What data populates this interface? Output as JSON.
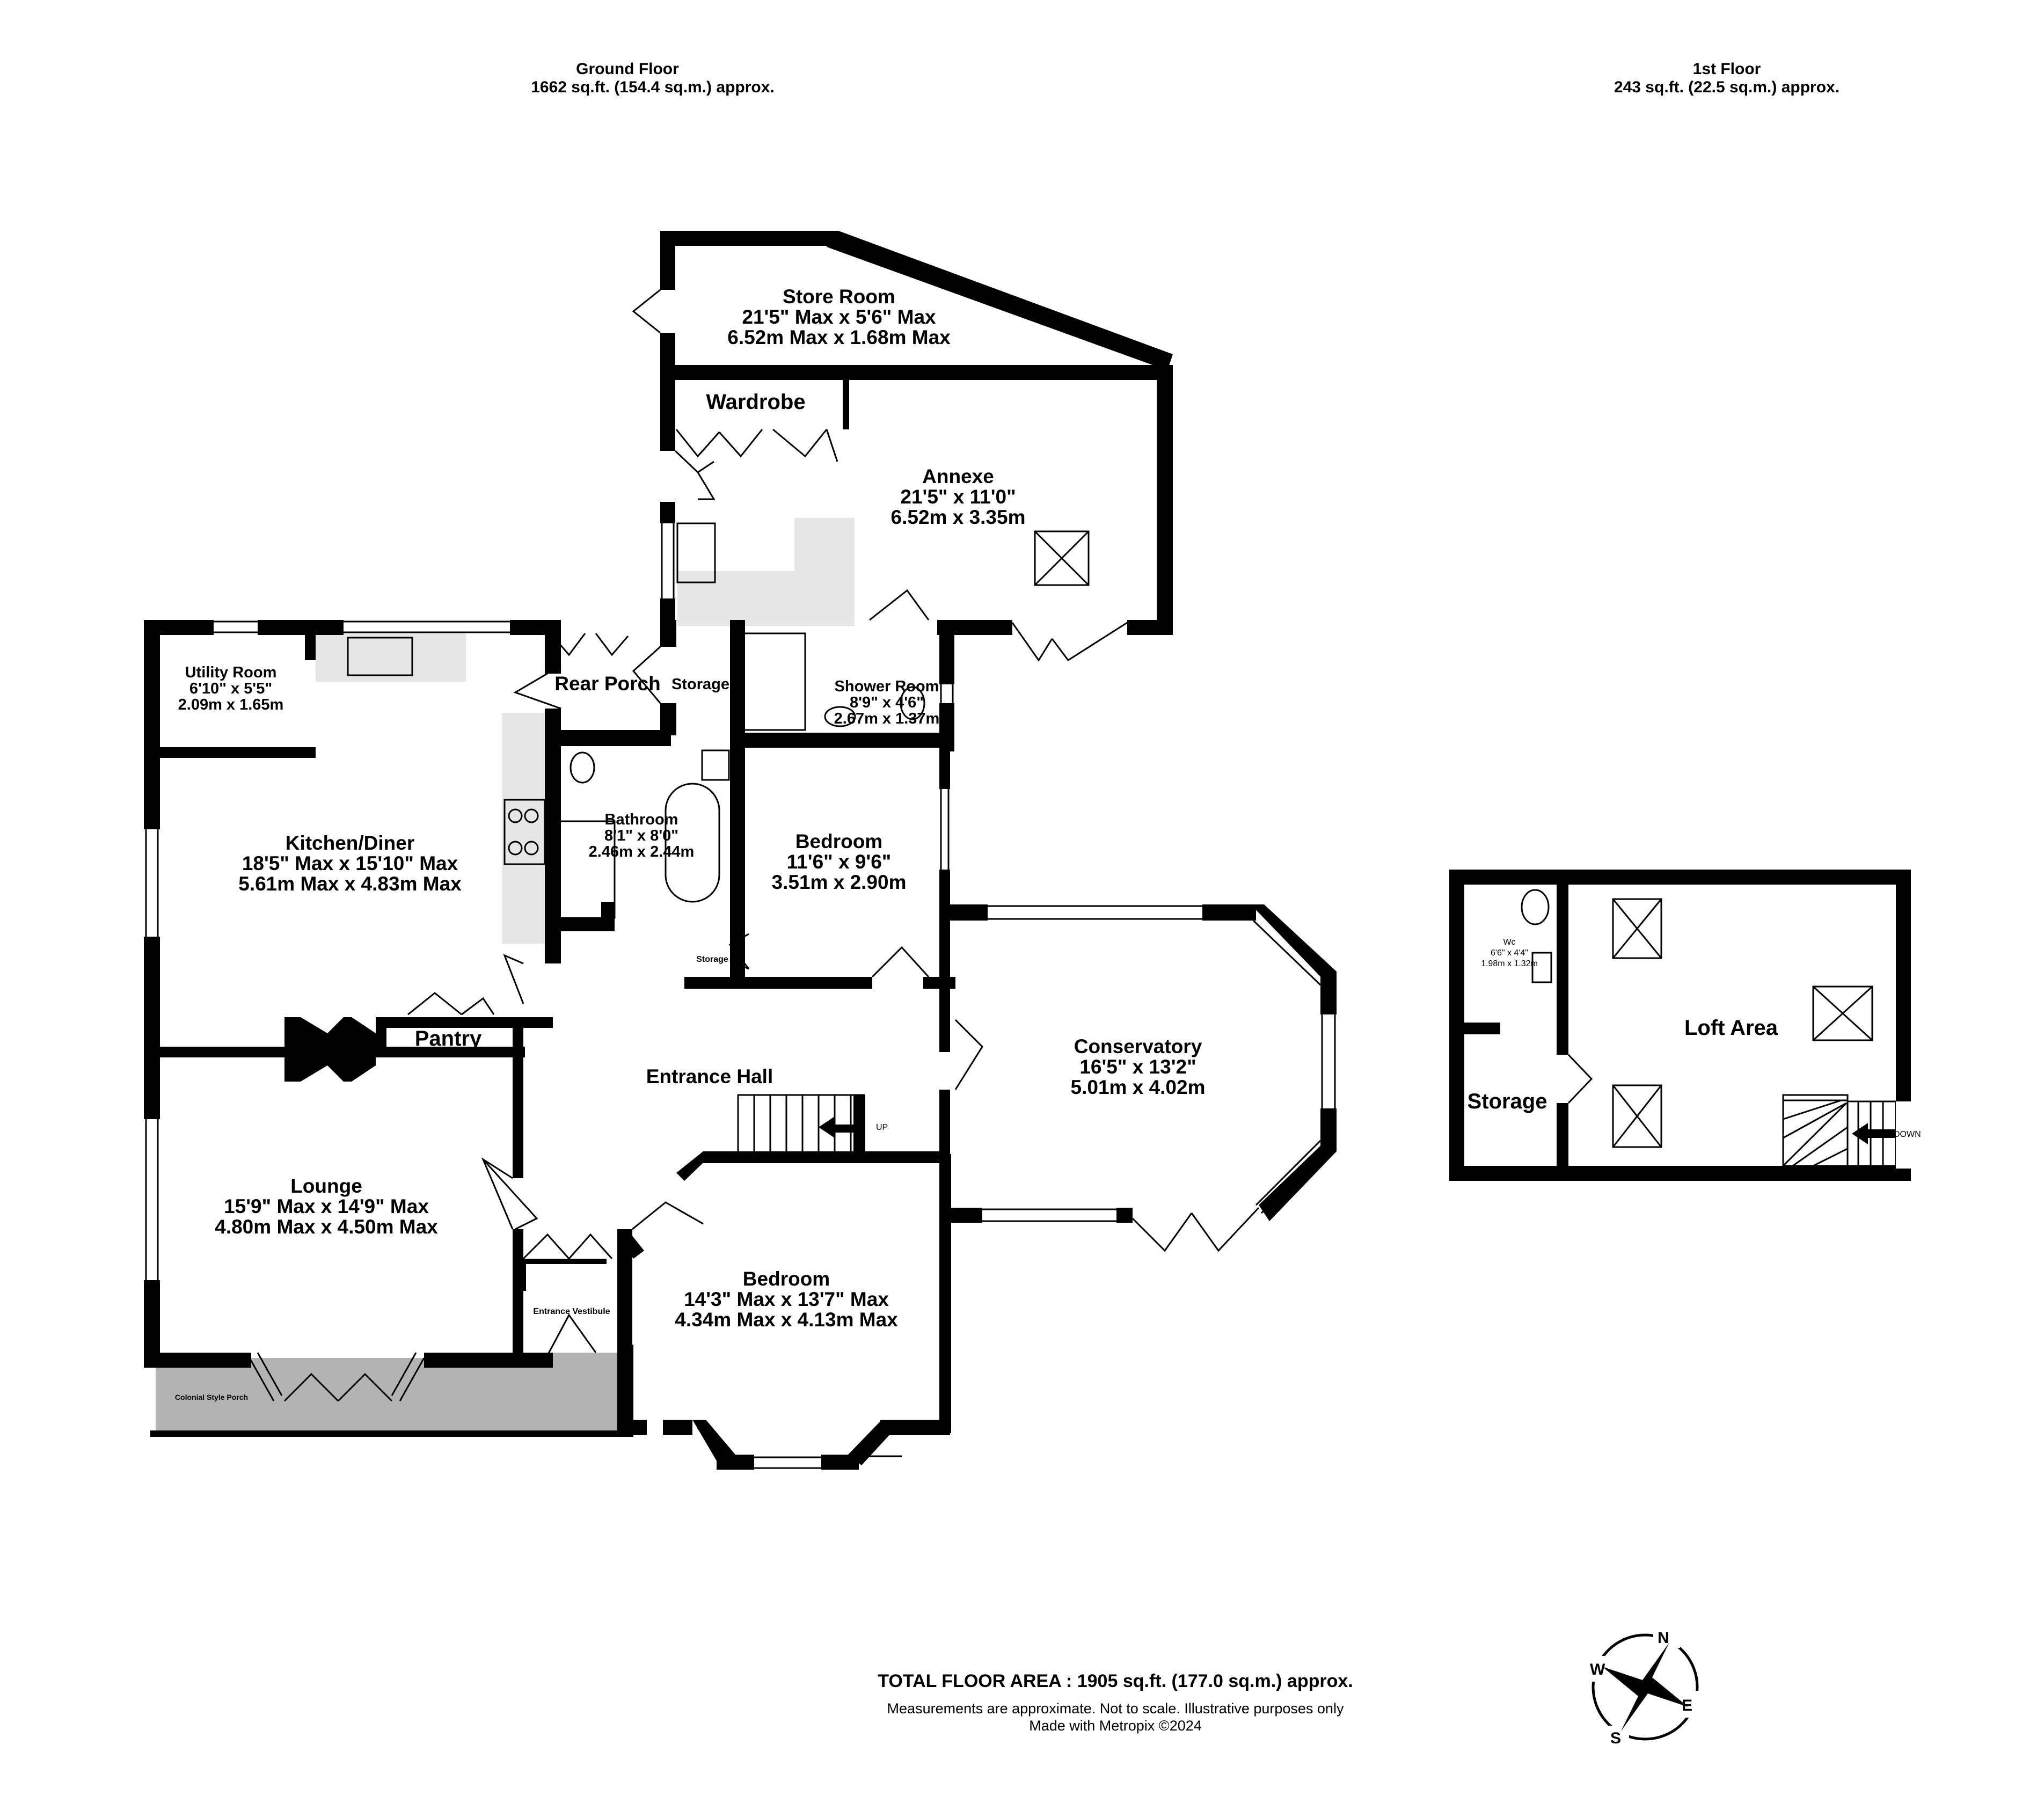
{
  "ground_floor": {
    "title": "Ground Floor",
    "area": "1662 sq.ft. (154.4 sq.m.) approx.",
    "rooms": {
      "store_room": {
        "name": "Store Room",
        "imperial": "21'5\" Max x 5'6\" Max",
        "metric": "6.52m Max x 1.68m Max"
      },
      "wardrobe": {
        "name": "Wardrobe"
      },
      "annexe": {
        "name": "Annexe",
        "imperial": "21'5\"  x 11'0\"",
        "metric": "6.52m  x 3.35m"
      },
      "utility_room": {
        "name": "Utility Room",
        "imperial": "6'10\"  x 5'5\"",
        "metric": "2.09m  x 1.65m"
      },
      "rear_porch": {
        "name": "Rear Porch"
      },
      "storage_upper": {
        "name": "Storage"
      },
      "shower_room": {
        "name": "Shower Room",
        "imperial": "8'9\"  x 4'6\"",
        "metric": "2.67m  x 1.37m"
      },
      "kitchen_diner": {
        "name": "Kitchen/Diner",
        "imperial": "18'5\" Max x 15'10\" Max",
        "metric": "5.61m Max x 4.83m Max"
      },
      "bathroom": {
        "name": "Bathroom",
        "imperial": "8'1\"  x 8'0\"",
        "metric": "2.46m  x 2.44m"
      },
      "bedroom_one": {
        "name": "Bedroom",
        "imperial": "11'6\"  x 9'6\"",
        "metric": "3.51m  x 2.90m"
      },
      "storage_small": {
        "name": "Storage"
      },
      "pantry": {
        "name": "Pantry"
      },
      "entrance_hall": {
        "name": "Entrance Hall"
      },
      "stairs_label": "UP",
      "conservatory": {
        "name": "Conservatory",
        "imperial": "16'5\"  x 13'2\"",
        "metric": "5.01m  x 4.02m"
      },
      "lounge": {
        "name": "Lounge",
        "imperial": "15'9\" Max x 14'9\" Max",
        "metric": "4.80m Max x 4.50m Max"
      },
      "bedroom_two": {
        "name": "Bedroom",
        "imperial": "14'3\" Max x 13'7\" Max",
        "metric": "4.34m Max x 4.13m Max"
      },
      "entrance_vestibule": {
        "name": "Entrance Vestibule"
      },
      "colonial_porch": {
        "name": "Colonial Style Porch"
      }
    }
  },
  "first_floor": {
    "title": "1st Floor",
    "area": "243 sq.ft. (22.5 sq.m.) approx.",
    "rooms": {
      "wc": {
        "name": "Wc",
        "imperial": "6'6\"  x 4'4\"",
        "metric": "1.98m  x 1.32m"
      },
      "loft_area": {
        "name": "Loft Area"
      },
      "storage": {
        "name": "Storage"
      },
      "stairs_label": "DOWN"
    }
  },
  "footer": {
    "total": "TOTAL FLOOR AREA : 1905 sq.ft. (177.0 sq.m.) approx.",
    "disclaimer": "Measurements are approximate.  Not to scale.  Illustrative purposes only",
    "credit": "Made with Metropix ©2024"
  },
  "compass": {
    "n": "N",
    "e": "E",
    "s": "S",
    "w": "W"
  },
  "colors": {
    "wall": "#000000",
    "porch_fill": "#b3b3b3",
    "worktop": "#e6e6e6",
    "background": "#ffffff"
  }
}
